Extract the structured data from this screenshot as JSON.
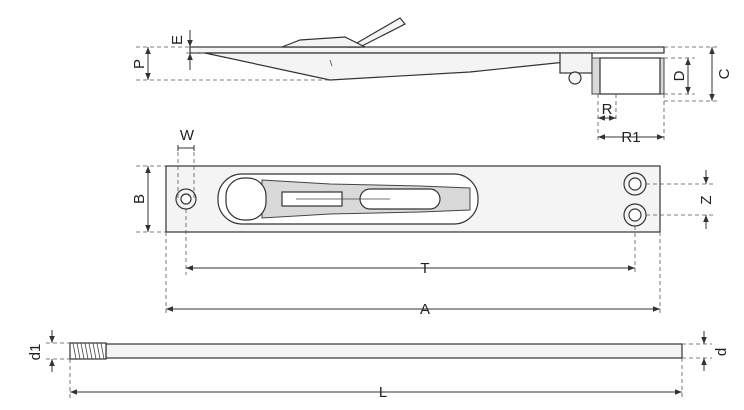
{
  "dimension_labels": {
    "E": "E",
    "P": "P",
    "D": "D",
    "C": "C",
    "R": "R",
    "R1": "R1",
    "W": "W",
    "B": "B",
    "Z": "Z",
    "T": "T",
    "A": "A",
    "d1": "d1",
    "d": "d",
    "L": "L"
  }
}
